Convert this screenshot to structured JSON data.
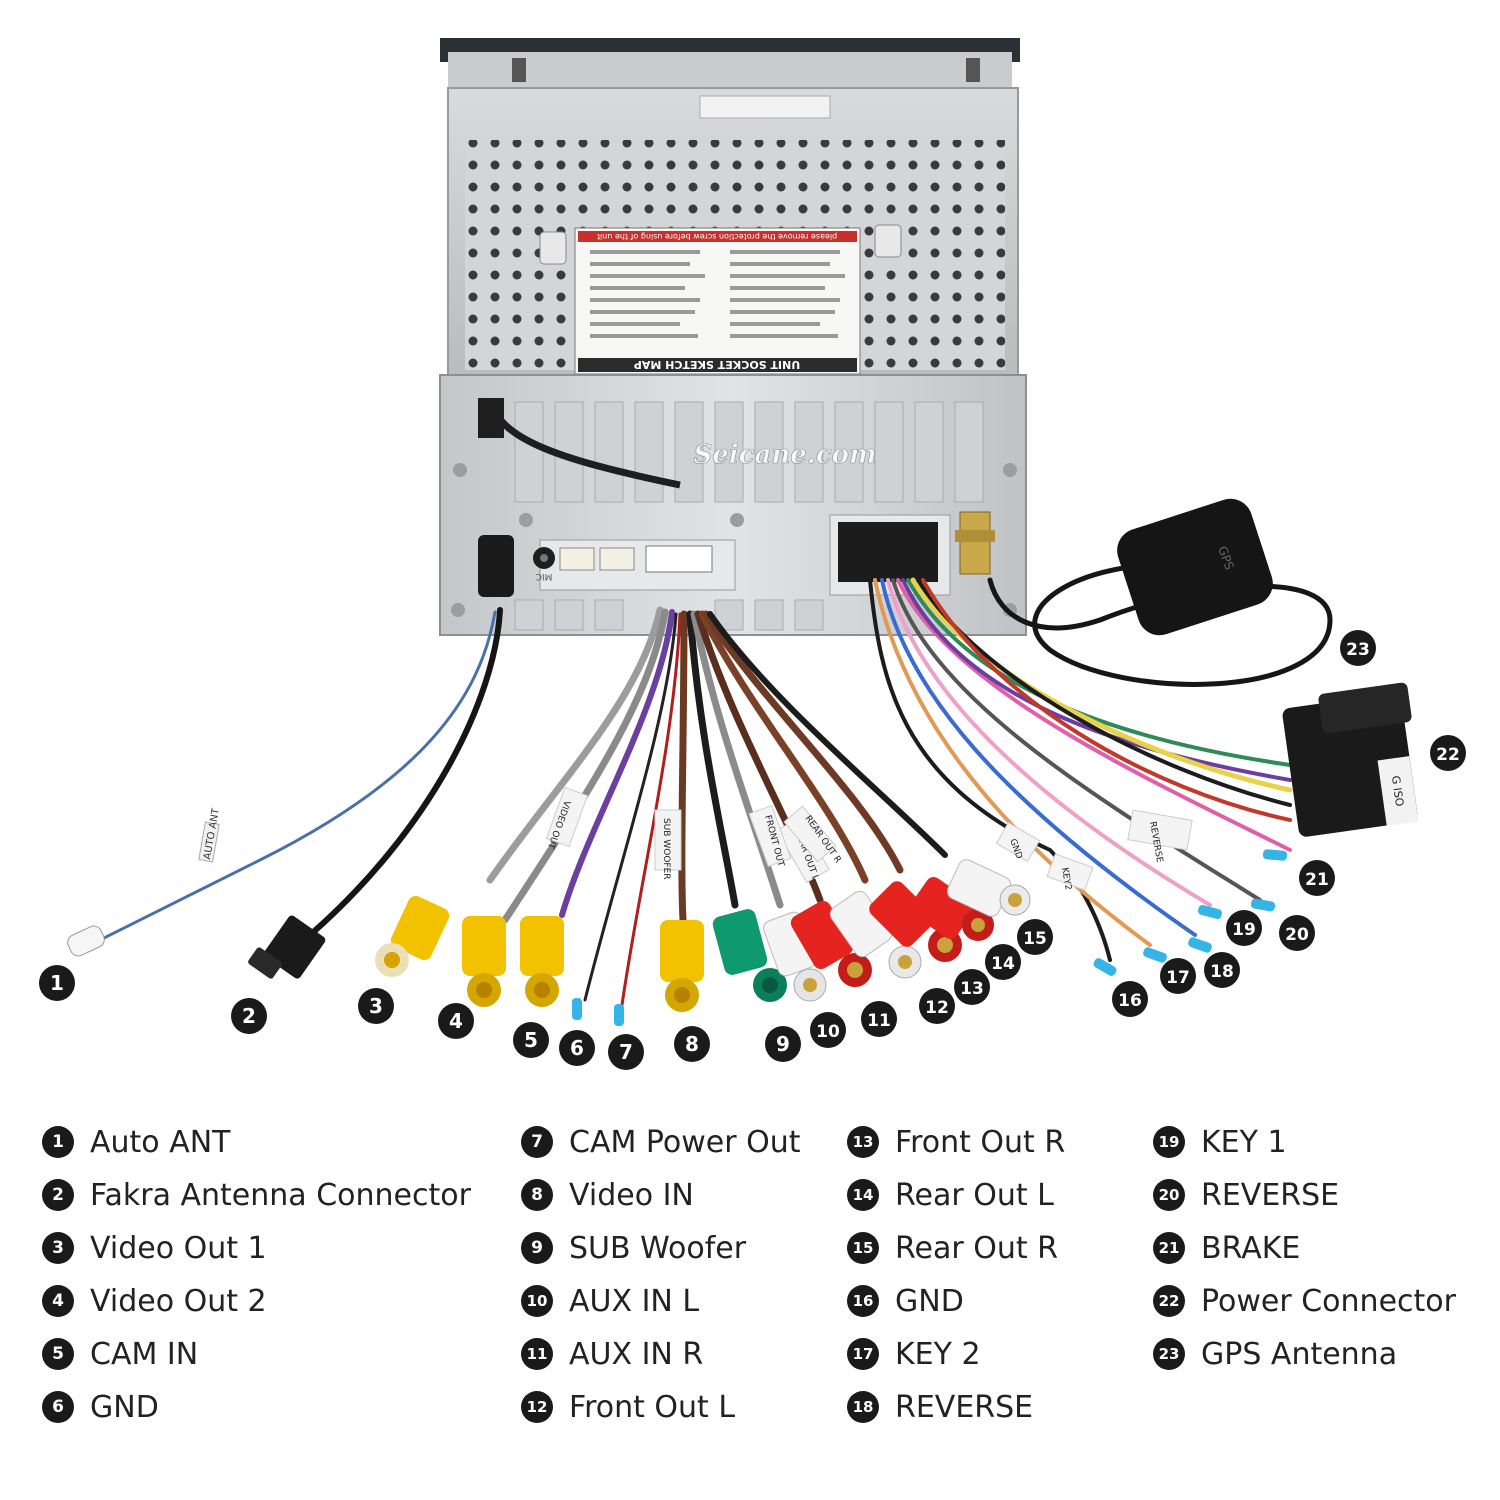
{
  "watermark": "Seicane.com",
  "sticker": {
    "title": "UNIT SOCKET SKETCH MAP",
    "notice": "please remove the protection screw before using of the unit"
  },
  "cable_tags": {
    "auto_ant": "AUTO ANT",
    "video_out": "VIDEO OUT",
    "sub_woofer": "SUB WOOFER",
    "rear_out_r": "REAR OUT R",
    "rear_out_l": "REAR OUT L",
    "front_out": "FRONT OUT",
    "gnd": "GND",
    "key2": "KEY2",
    "reverse": "REVERSE",
    "gps": "GPS",
    "iso": "G ISO",
    "mic": "MIC"
  },
  "callouts": [
    "1",
    "2",
    "3",
    "4",
    "5",
    "6",
    "7",
    "8",
    "9",
    "10",
    "11",
    "12",
    "13",
    "14",
    "15",
    "16",
    "17",
    "18",
    "19",
    "20",
    "21",
    "22",
    "23"
  ],
  "legend": [
    {
      "num": "1",
      "label": "Auto ANT"
    },
    {
      "num": "2",
      "label": "Fakra Antenna Connector"
    },
    {
      "num": "3",
      "label": "Video Out 1"
    },
    {
      "num": "4",
      "label": "Video Out 2"
    },
    {
      "num": "5",
      "label": "CAM IN"
    },
    {
      "num": "6",
      "label": "GND"
    },
    {
      "num": "7",
      "label": "CAM Power Out"
    },
    {
      "num": "8",
      "label": "Video IN"
    },
    {
      "num": "9",
      "label": "SUB Woofer"
    },
    {
      "num": "10",
      "label": "AUX IN L"
    },
    {
      "num": "11",
      "label": "AUX IN R"
    },
    {
      "num": "12",
      "label": "Front Out L"
    },
    {
      "num": "13",
      "label": "Front Out R"
    },
    {
      "num": "14",
      "label": "Rear Out L"
    },
    {
      "num": "15",
      "label": "Rear Out R"
    },
    {
      "num": "16",
      "label": "GND"
    },
    {
      "num": "17",
      "label": "KEY 2"
    },
    {
      "num": "18",
      "label": "REVERSE"
    },
    {
      "num": "19",
      "label": "KEY 1"
    },
    {
      "num": "20",
      "label": "REVERSE"
    },
    {
      "num": "21",
      "label": "BRAKE"
    },
    {
      "num": "22",
      "label": "Power Connector"
    },
    {
      "num": "23",
      "label": "GPS Antenna"
    }
  ]
}
